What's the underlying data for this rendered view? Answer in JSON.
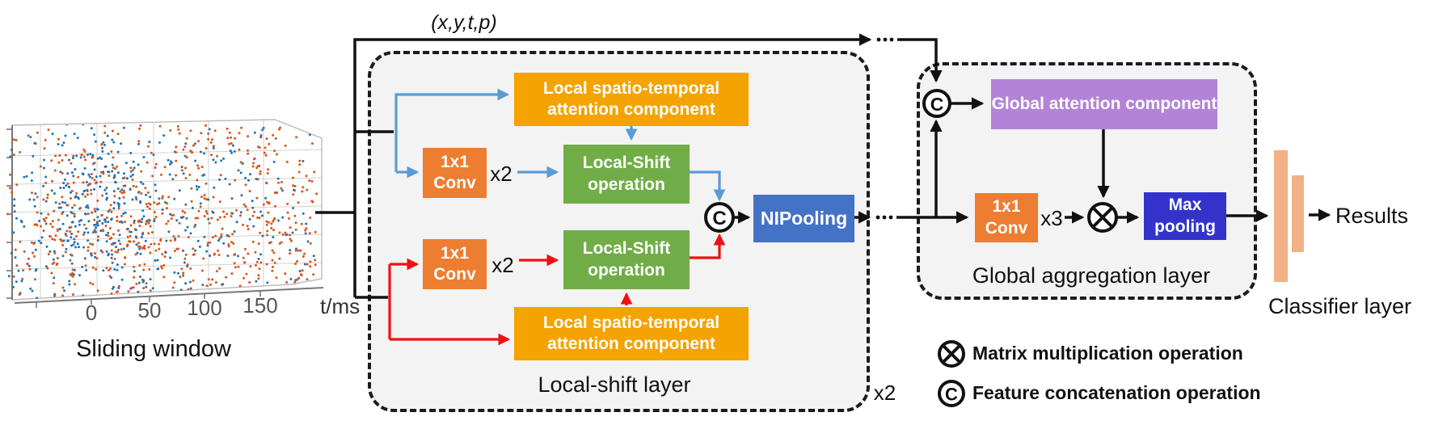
{
  "figure": {
    "input_label": "(x,y,t,p)",
    "scatter": {
      "caption": "Sliding window",
      "axis_label": "t/ms",
      "ticks": [
        "0",
        "50",
        "100",
        "150"
      ],
      "n_points": 1150,
      "point_colors": {
        "polarity_on": "#2273B5",
        "polarity_off": "#D8571F"
      }
    },
    "local_layer": {
      "caption": "Local-shift layer",
      "repeat": "x2",
      "attention_top": "Local spatio-temporal attention component",
      "attention_bottom": "Local spatio-temporal attention component",
      "conv_top": "1x1 Conv",
      "conv_top_repeat": "x2",
      "conv_bottom": "1x1 Conv",
      "conv_bottom_repeat": "x2",
      "shift_top": "Local-Shift operation",
      "shift_bottom": "Local-Shift operation",
      "pooling": "NIPooling",
      "concat_symbol": "C"
    },
    "global_layer": {
      "caption": "Global aggregation layer",
      "attention": "Global attention component",
      "conv": "1x1 Conv",
      "conv_repeat": "x3",
      "maxpool": "Max pooling",
      "concat_symbol": "C"
    },
    "classifier": {
      "caption": "Classifier layer",
      "output_label": "Results"
    },
    "legend": {
      "multiply_label": "Matrix multiplication operation",
      "concat_label": "Feature concatenation operation",
      "concat_symbol": "C"
    },
    "colors": {
      "attention_amber": "#F4A300",
      "conv_orange": "#ED7D31",
      "shift_green": "#70AD47",
      "nipooling_blue": "#4472C4",
      "maxpool_indigo": "#3333CC",
      "global_attention_purple": "#B383D7",
      "classifier_peach": "#F2B184",
      "path_top_blue": "#5B9BD5",
      "path_bottom_red": "#EE1111",
      "line_black": "#111111"
    }
  }
}
